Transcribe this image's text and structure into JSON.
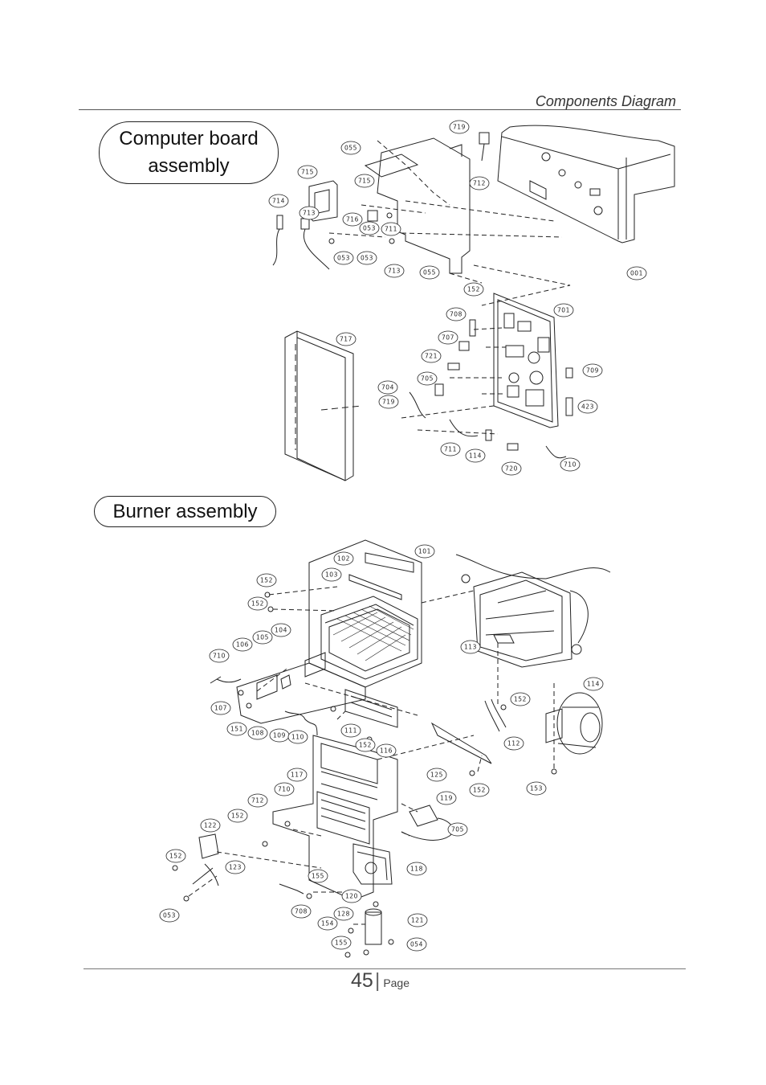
{
  "header": {
    "title": "Components Diagram"
  },
  "sections": {
    "computer_board": {
      "title": "Computer board assembly"
    },
    "burner": {
      "title": "Burner assembly"
    }
  },
  "computer_board_callouts": [
    "719",
    "055",
    "715",
    "712",
    "714",
    "715",
    "716",
    "711",
    "053",
    "053",
    "713",
    "053",
    "713",
    "055",
    "152",
    "001",
    "701",
    "708",
    "707",
    "717",
    "721",
    "709",
    "705",
    "704",
    "719",
    "423",
    "711",
    "114",
    "720",
    "710"
  ],
  "burner_callouts": [
    "101",
    "102",
    "103",
    "152",
    "152",
    "104",
    "105",
    "106",
    "710",
    "107",
    "151",
    "108",
    "109",
    "110",
    "111",
    "152",
    "116",
    "113",
    "152",
    "114",
    "112",
    "125",
    "117",
    "710",
    "152",
    "153",
    "712",
    "152",
    "119",
    "122",
    "705",
    "152",
    "123",
    "118",
    "155",
    "120",
    "053",
    "708",
    "128",
    "121",
    "154",
    "155",
    "054"
  ],
  "footer": {
    "page_number": "45",
    "separator": "|",
    "page_word": "Page"
  }
}
